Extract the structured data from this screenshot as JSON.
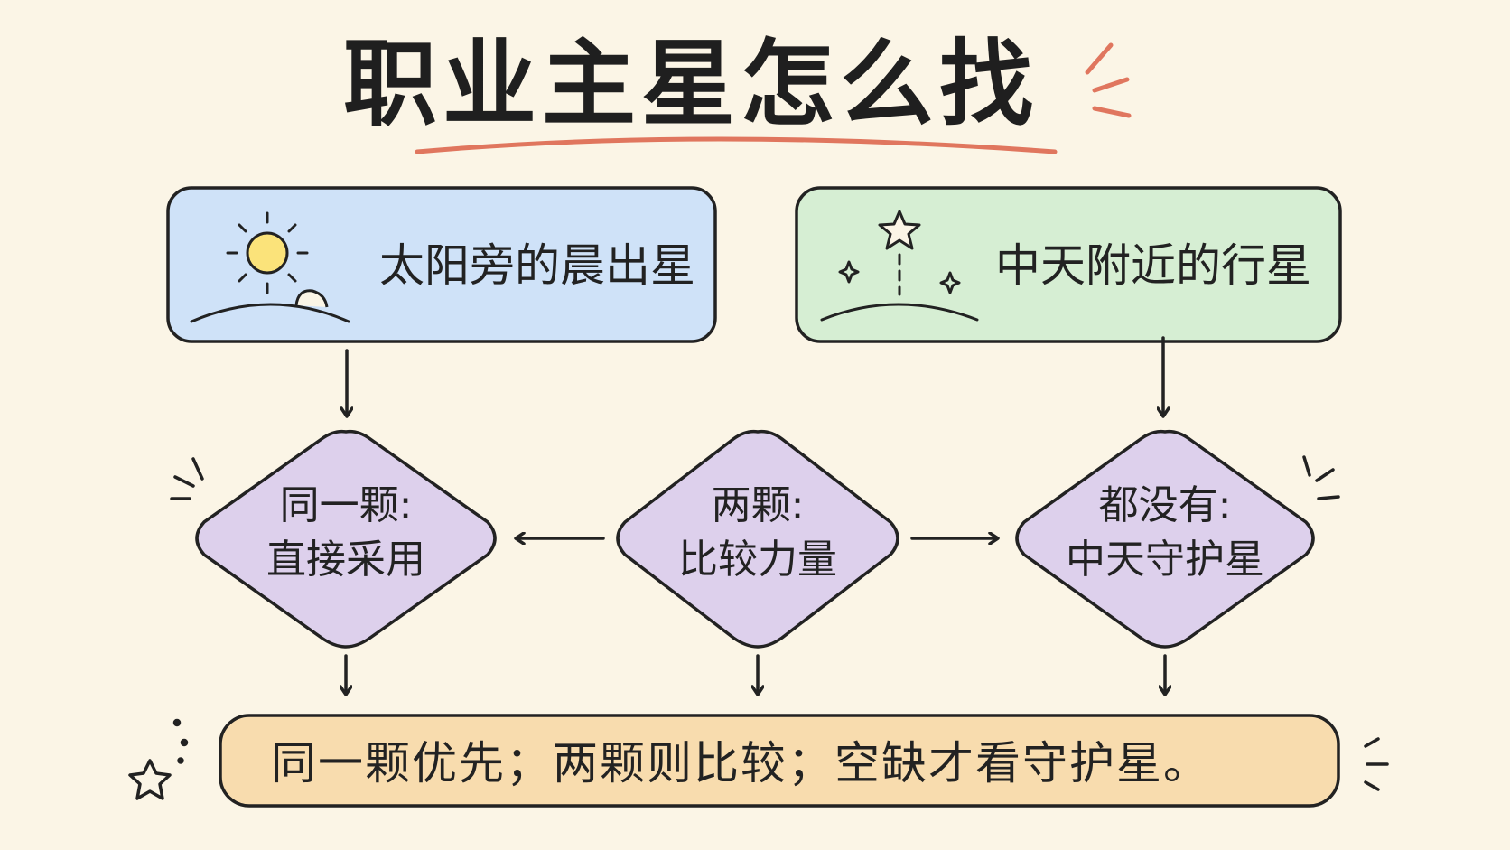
{
  "title": "职业主星怎么找",
  "boxes": {
    "left": {
      "label": "太阳旁的晨出星",
      "icon": "sun-rising-icon",
      "fill": "#cfe2f8"
    },
    "right": {
      "label": "中天附近的行星",
      "icon": "star-midheaven-icon",
      "fill": "#d6eed3"
    }
  },
  "decisions": {
    "left": {
      "line1": "同一颗:",
      "line2": "直接采用"
    },
    "center": {
      "line1": "两颗:",
      "line2": "比较力量"
    },
    "right": {
      "line1": "都没有:",
      "line2": "中天守护星"
    }
  },
  "summary": "同一颗优先；两颗则比较；空缺才看守护星。",
  "colors": {
    "background": "#fbf5e6",
    "accent_underline": "#e0765e",
    "diamond_fill": "#ddd0ec",
    "summary_fill": "#f8dcae",
    "stroke": "#222222",
    "sun": "#fbe37a"
  }
}
